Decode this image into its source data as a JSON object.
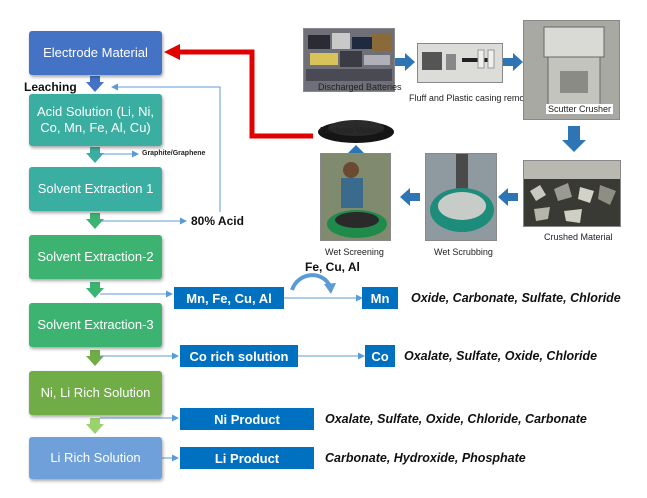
{
  "flow": {
    "electrode_material": "Electrode Material",
    "leaching": "Leaching",
    "acid_solution": "Acid Solution (Li, Ni, Co, Mn, Fe, Al, Cu)",
    "graphite": "Graphite/Graphene",
    "solvent_extraction_1": "Solvent Extraction 1",
    "acid_recycle": "80% Acid",
    "solvent_extraction_2": "Solvent Extraction-2",
    "fe_cu_al": "Fe, Cu, Al",
    "solvent_extraction_3": "Solvent Extraction-3",
    "ni_li_rich": "Ni, Li Rich Solution",
    "li_rich": "Li Rich Solution"
  },
  "outputs": {
    "mn_fe_cu_al": "Mn, Fe, Cu, Al",
    "mn": "Mn",
    "mn_products": "Oxide, Carbonate, Sulfate, Chloride",
    "co_rich": "Co rich solution",
    "co": "Co",
    "co_products": "Oxalate, Sulfate, Oxide, Chloride",
    "ni_product": "Ni Product",
    "ni_products": "Oxalate, Sulfate, Oxide, Chloride, Carbonate",
    "li_product": "Li Product",
    "li_products": "Carbonate, Hydroxide, Phosphate"
  },
  "photos": {
    "discharged_batteries": "Discharged Batteries",
    "fluff_removal": "Fluff and Plastic casing removal",
    "scutter_crusher": "Scutter Crusher",
    "electrode_material": "Electrode Material",
    "crushed_material": "Crushed Material",
    "wet_scrubbing": "Wet Scrubbing",
    "wet_screening": "Wet Screening"
  },
  "colors": {
    "blue_box": "#4472c4",
    "teal_box": "#3aaea0",
    "green_box": "#3cb371",
    "light_green_box": "#70ad47",
    "light_blue_box": "#6fa0da",
    "tag_blue": "#0070c0",
    "red_arrow": "#e00000"
  }
}
